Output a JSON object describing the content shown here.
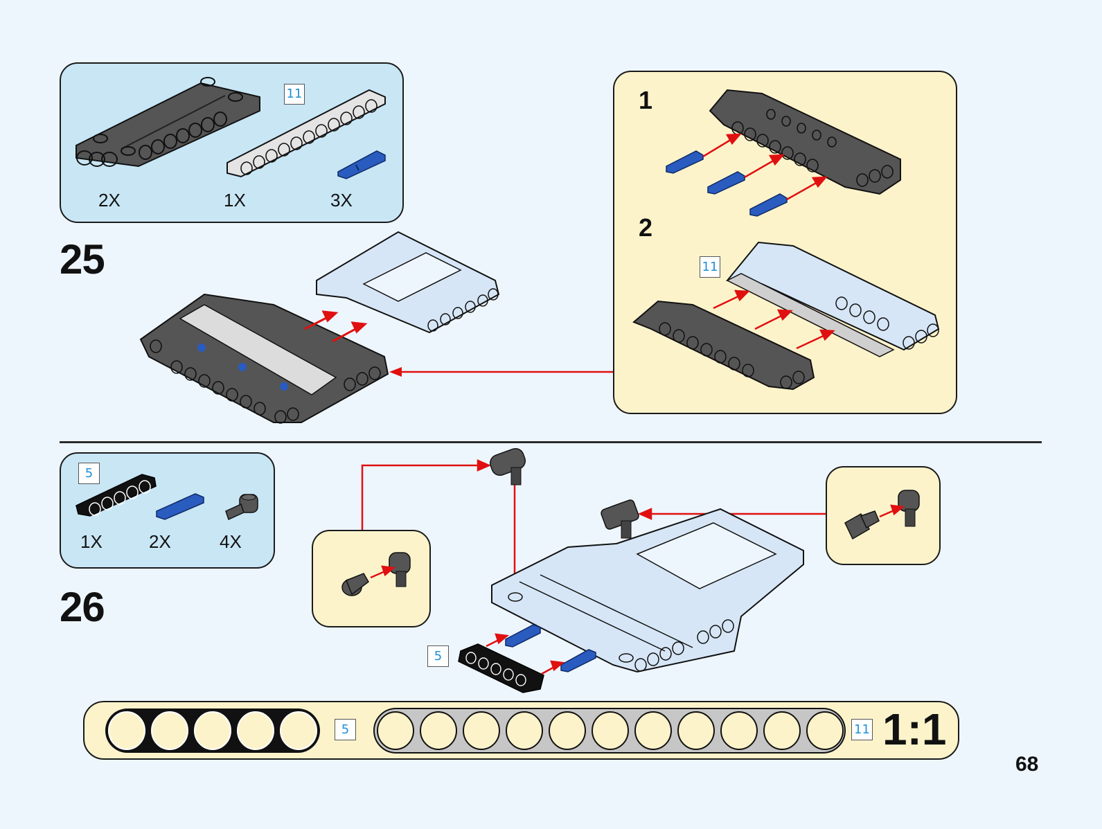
{
  "page": {
    "page_number": "68",
    "accent_colors": {
      "background": "#eef6fd",
      "parts_panel": "#c9e6f5",
      "sub_assembly_panel": "#fdf3cb",
      "arrow": "#e01010",
      "length_tag_text": "#1e90d6"
    }
  },
  "step25": {
    "step_number": "25",
    "parts": [
      {
        "name": "dark-gray-panel",
        "quantity": "2X"
      },
      {
        "name": "light-gray-beam",
        "length": "11",
        "quantity": "1X"
      },
      {
        "name": "blue-pin",
        "quantity": "3X"
      }
    ],
    "sub_assembly": {
      "substeps": [
        {
          "number": "1"
        },
        {
          "number": "2",
          "length_tag": "11"
        }
      ]
    }
  },
  "step26": {
    "step_number": "26",
    "parts": [
      {
        "name": "black-beam",
        "length": "5",
        "quantity": "1X"
      },
      {
        "name": "blue-pin",
        "quantity": "2X"
      },
      {
        "name": "angle-connector",
        "quantity": "4X"
      }
    ],
    "beam_length_tag": "5"
  },
  "scale_ruler": {
    "beam5_tag": "5",
    "beam5_holes": 5,
    "beam11_tag": "11",
    "beam11_holes": 11,
    "scale_label": "1:1"
  }
}
